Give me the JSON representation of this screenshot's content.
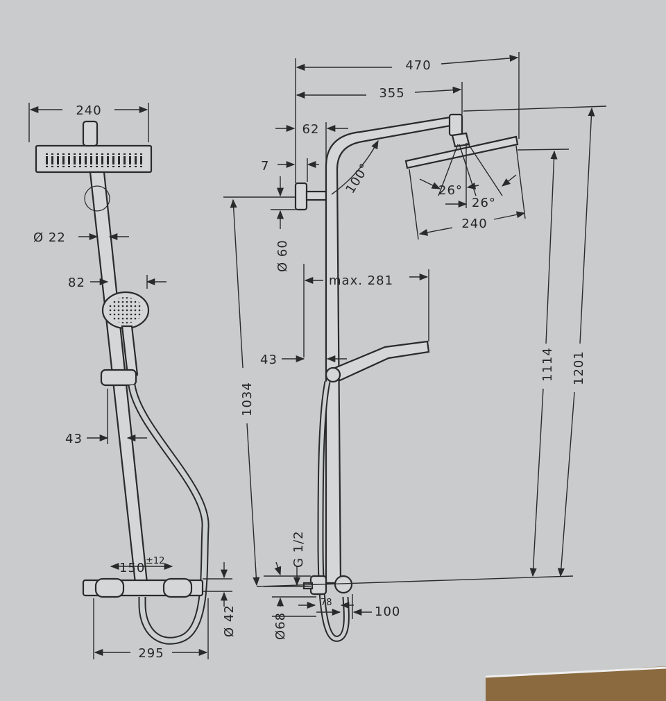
{
  "labels": {
    "d240_front": "240",
    "d22": "Ø 22",
    "d82": "82",
    "d43_front": "43",
    "d150": "150",
    "d150_tol": "±12",
    "d295": "295",
    "d42": "Ø 42",
    "d470": "470",
    "d355": "355",
    "d62": "62",
    "d7": "7",
    "d100deg": "100°",
    "d26a": "26°",
    "d26b": "26°",
    "d240_side": "240",
    "d60": "Ø 60",
    "dmax281": "max. 281",
    "d43_side": "43",
    "d1034": "1034",
    "d1114": "1114",
    "d1201": "1201",
    "dG12": "G 1/2",
    "d68": "Ø68",
    "d78": "78",
    "d100": "100"
  },
  "colors": {
    "background": "#c9cbcc",
    "lines": "#2a2a2a",
    "cardboard": "#8a6a3e"
  }
}
